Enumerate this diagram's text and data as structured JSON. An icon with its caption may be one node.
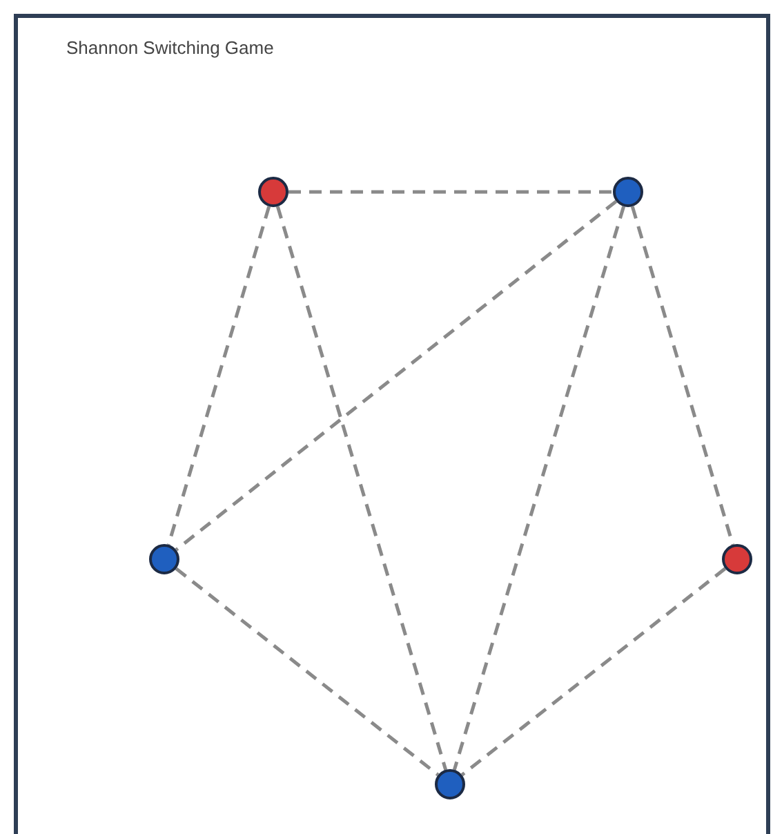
{
  "diagram": {
    "title": "Shannon Switching Game",
    "nodes": [
      {
        "text": [],
        "shape": "circle"
      },
      {
        "text": [],
        "shape": "circle"
      },
      {
        "text": [],
        "shape": "circle"
      },
      {
        "text": [],
        "shape": "circle"
      },
      {
        "text": [],
        "shape": "circle"
      }
    ],
    "edges": [
      {
        "from": 0,
        "to": 1,
        "arrow": "none",
        "style": "dashed"
      },
      {
        "from": 0,
        "to": 2,
        "arrow": "none",
        "style": "dashed"
      },
      {
        "from": 0,
        "to": 4,
        "arrow": "none",
        "style": "dashed"
      },
      {
        "from": 1,
        "to": 2,
        "arrow": "none",
        "style": "dashed"
      },
      {
        "from": 1,
        "to": 4,
        "arrow": "none",
        "style": "dashed"
      },
      {
        "from": 1,
        "to": 3,
        "arrow": "none",
        "style": "dashed"
      },
      {
        "from": 2,
        "to": 4,
        "arrow": "none",
        "style": "dashed"
      },
      {
        "from": 3,
        "to": 4,
        "arrow": "none",
        "style": "dashed"
      }
    ]
  }
}
